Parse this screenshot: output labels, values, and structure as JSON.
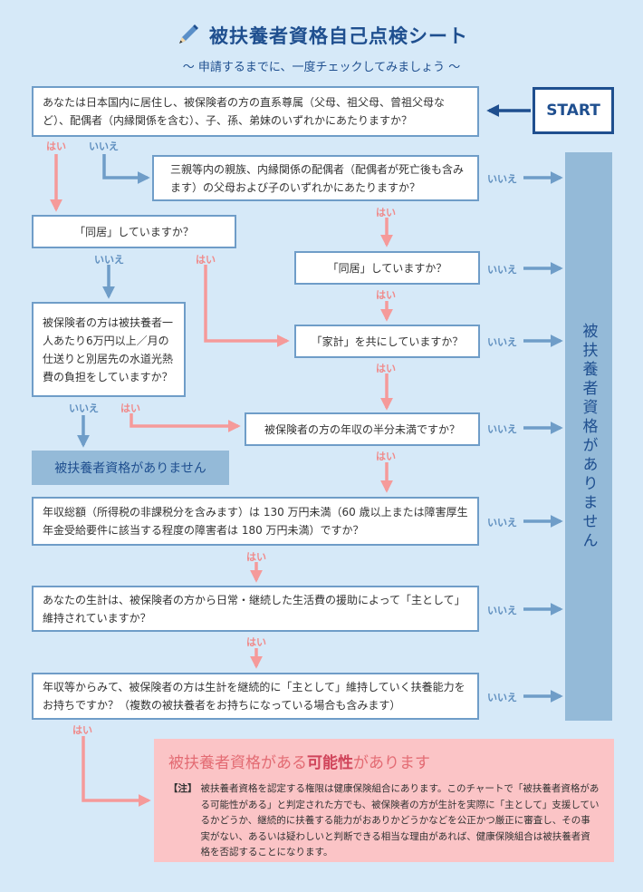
{
  "header": {
    "title": "被扶養者資格自己点検シート",
    "subtitle": "〜 申請するまでに、一度チェックしてみましょう 〜"
  },
  "start_label": "START",
  "questions": {
    "q1": "あなたは日本国内に居住し、被保険者の方の直系尊属（父母、祖父母、曾祖父母など）、配偶者（内縁関係を含む）、子、孫、弟妹のいずれかにあたりますか？",
    "q2": "三親等内の親族、内縁関係の配偶者（配偶者が死亡後も含みます）の父母および子のいずれかにあたりますか？",
    "q3": "「同居」していますか？",
    "q4": "「同居」していますか？",
    "q5": "被保険者の方は被扶養者一人あたり6万円以上／月の仕送りと別居先の水道光熱費の負担をしていますか？",
    "q6": "「家計」を共にしていますか？",
    "q7": "被保険者の方の年収の半分未満ですか？",
    "q8": "年収総額（所得税の非課税分を含みます）は 130 万円未満（60 歳以上または障害厚生年金受給要件に該当する程度の障害者は 180 万円未満）ですか？",
    "q9": "あなたの生計は、被保険者の方から日常・継続した生活費の援助によって「主として」維持されていますか？",
    "q10": "年収等からみて、被保険者の方は生計を継続的に「主として」維持していく扶養能力をお持ちですか？（複数の被扶養者をお持ちになっている場合も含みます）"
  },
  "labels": {
    "yes": "はい",
    "no": "いいえ"
  },
  "no_column": "被扶養者資格がありません",
  "no_left": "被扶養者資格がありません",
  "result": {
    "title_pre": "被扶養者資格がある",
    "title_emph": "可能性",
    "title_post": "があります",
    "note_label": "【注】",
    "note": "被扶養者資格を認定する権限は健康保険組合にあります。このチャートで「被扶養者資格がある可能性がある」と判定された方でも、被保険者の方が生計を実際に「主として」支援しているかどうか、継続的に扶養する能力がおありかどうかなどを公正かつ厳正に審査し、その事実がない、あるいは疑わしいと判断できる相当な理由があれば、健康保険組合は被扶養者資格を否認することになります。"
  },
  "colors": {
    "background": "#d6e9f8",
    "primary": "#1f4f8f",
    "box_border": "#6f9dc8",
    "no_arrow": "#6f9dc8",
    "yes_arrow": "#f59a9a",
    "no_fill": "#94bad8",
    "result_fill": "#fbc4c6",
    "result_text": "#e36b73"
  },
  "icons": [
    "pencil-icon"
  ]
}
